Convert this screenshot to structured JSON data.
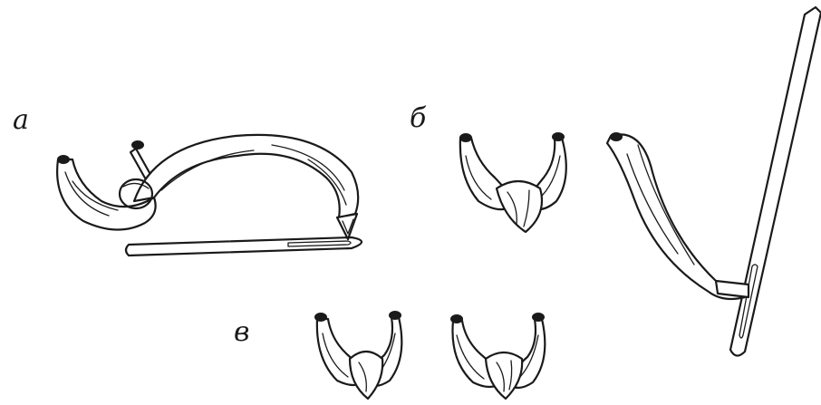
{
  "labels": {
    "a": "а",
    "b": "б",
    "v": "в"
  },
  "colors": {
    "ink": "#1a1a1a",
    "background": "#ffffff"
  }
}
